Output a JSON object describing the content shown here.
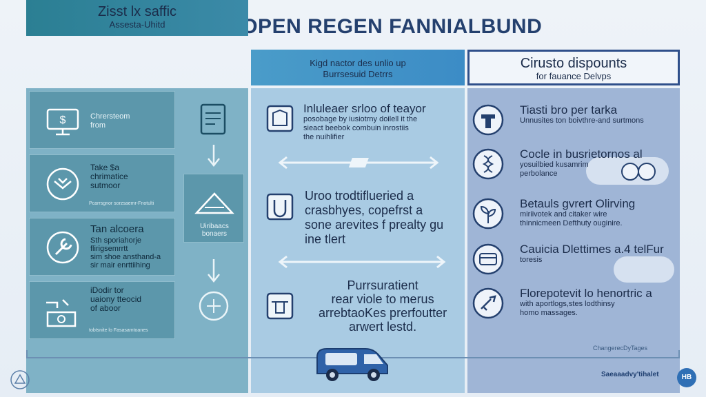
{
  "title": "DEBISTOPEN REGEN FANNIALBUND",
  "columns": {
    "left": {
      "heading_line1": "Zisst lx saffic",
      "heading_line2": "Assesta-Uhitd",
      "color": "#2b7f93",
      "cards": [
        {
          "text": "Chrersteom\nfrom",
          "foot": "",
          "icon": "monitor-cash-icon"
        },
        {
          "text": "Take $a\nchrimatice\nsutmoor",
          "foot": "Pcarrsgnor sorzsaemr-Fnotulti",
          "icon": "shield-bird-icon"
        },
        {
          "text_lg": "Tan alcoera",
          "text": "Sth sporiahorje\nflirigsemrrtt\nsim shoe ansthand-a\nsir mair enrttiihing",
          "icon": "wrench-circle-icon"
        },
        {
          "text": "iDodir tor\nuaiony tteocid\nof aboor",
          "foot": "tobtsnite lo Fasasamtoanes",
          "icon": "factory-icon"
        }
      ],
      "side_box_label": "Uiribaacs\nbonaers",
      "side_icons": [
        "clipboard-icon",
        "tent-icon",
        "globe-hand-icon"
      ]
    },
    "middle": {
      "heading_line1": "Kigd nactor des unlio up",
      "heading_line2": "Burrsesuid Detrrs",
      "color": "#4a9cc9",
      "items": [
        {
          "big": "Inluleaer srloo of teayor",
          "sm": "posobage by iusiotrny doilell it the\nsieact beebok combuin inrostiis\nthe nuihlifier",
          "icon": "fortress-icon"
        },
        {
          "big": "Uroo trodtiflueried a\ncrasbhyes, copefrst a\nsone arevites f prealty gu\nine tlert",
          "icon": "ring-box-icon"
        },
        {
          "big": "Purrsuratient\nrear viole to merus\narrebtaoKes prerfoutter\narwert lestd.",
          "icon": "cabinet-icon"
        }
      ]
    },
    "right": {
      "heading_line1": "Cirusto dispounts",
      "heading_line2": "for fauance Delvps",
      "color": "#2f4f8a",
      "items": [
        {
          "big": "Tiasti bro per tarka",
          "sm": "Unnusites ton boivthre-and surtmons",
          "icon": "hammer-circle-icon"
        },
        {
          "big": "Cocle in busrietornos al",
          "sm": "yosuilbied kusamrim\nperbolance",
          "icon": "helix-icon"
        },
        {
          "big": "Betauls gvrert Olirving",
          "sm": "miriivotek and citaker wire\nthinnicmeen Defthuty ouginire.",
          "icon": "plant-icon"
        },
        {
          "big": "Cauicia Dlettimes a.4 telFur",
          "sm": "toresis",
          "icon": "phone-circle-icon"
        },
        {
          "big": "Florepotevit lo henortric a",
          "sm": "with aportlogs,stes lodthinsy\nhomo massages.",
          "icon": "key-circle-icon"
        }
      ]
    }
  },
  "footer": {
    "credit": "ChangerecDyTages",
    "brand": "Saeaaadvy'tihalet",
    "badge": "HB"
  }
}
